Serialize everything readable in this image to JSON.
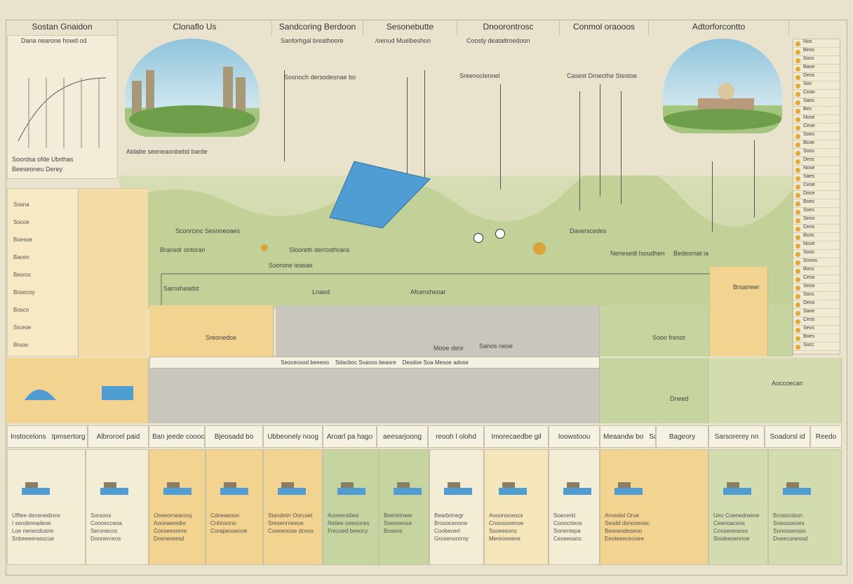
{
  "headers": [
    "Sostan Gnaidon",
    "Clonaflo Us",
    "Sandcoring Berdoon",
    "Sesonebutte",
    "Dnoorontrosc",
    "Conmol oraooos",
    "Adtorforcontto"
  ],
  "subheaders": [
    "Dana nearone howd od",
    "Sanforhgal breathoore",
    "/oenud Muelbeshon",
    "Coosty deataltroedoon"
  ],
  "left_panel": {
    "lines": [
      "Soordsa ofde Ubrthas",
      "Beeseoneu Derey"
    ]
  },
  "dome_captions": [
    "Aldabe seeneaonbebd barde",
    "Sosnoch dersodesnae bo"
  ],
  "mid_labels": [
    "Sconrcinc Sesnneoaes",
    "Slooreth derrosthrans",
    "Casest Drnecthe Stestoe",
    "Sarnsheadst",
    "Soorone ieasas",
    "Bransdr ontoran",
    "Sreenoclennel",
    "Daverscedes",
    "Lnaed",
    "Afcensheoar",
    "Brsarreer",
    "Nenesedl Isoudhen",
    "Bedesmat ia"
  ],
  "left_list": [
    "Sosna",
    "Socoe",
    "Boesoe",
    "Bacen",
    "Beoroc",
    "Bosecoy",
    "Bosco",
    "Srceoe",
    "Brsoe"
  ],
  "block_captions": [
    "Sreonedoe",
    "Mooe denr",
    "Sanos neoe",
    "Sooo frenot",
    "Dneed",
    "Aoccoecan"
  ],
  "banner": [
    "Seoceosod beeeoo",
    "Sdacboc Svaoos beasre",
    "Desdoe Soa Mesoe adose"
  ],
  "labels": [
    "Instocelons",
    "Ipmsertorg",
    "Albroroel paid",
    "Ban jeede coooo",
    "Bjeosadd bo",
    "Ubbeonely noog",
    "Aroarl pa hago",
    "aeesarjoong",
    "reooh l olohd",
    "Imorecaedbe gil",
    "Ioowstoou",
    "Meaandw bo",
    "Sato",
    "Bageory",
    "Sarsorerey nn",
    "Soadorsl id",
    "Reedo"
  ],
  "bottom_texts": [
    [
      "Ufftee decenedioce",
      "I seodereadeoe",
      "Loe nenecdusne",
      "Snbeeeerasscue"
    ],
    [
      "Sorsoos",
      "Conoecceoa",
      "Seronecos",
      "Donnerceos"
    ],
    [
      "Oseeornearooy",
      "Aoonaeredre",
      "Conseesome",
      "Dosnereesd"
    ],
    [
      "Cdneaeoon",
      "Cnhnsono",
      "Corapeoseooe"
    ],
    [
      "Standetrr Oorcoel",
      "Sreoenrneeoe",
      "Coeeeoooe dceos"
    ],
    [
      "Aooeersibes",
      "Nstiee oeeooces",
      "Frecoed beeocy"
    ],
    [
      "Beenirineer",
      "Soeeoesse",
      "Boseos"
    ],
    [
      "Bearbrinegr",
      "Brosocenone",
      "Coobeoerl",
      "Grosenoorroy"
    ],
    [
      "Aooonoceocs",
      "Cnoossoenoe",
      "Ssoeesons",
      "Mereooeene"
    ],
    [
      "Soecerkl",
      "Cooncrteos",
      "Sonentepa",
      "Ceseeoanc"
    ],
    [
      "Arnestel Orue",
      "Sesdd dsnooeoec",
      "Beooesdeseoo",
      "Eeoteeeceooee"
    ],
    [
      "Ueo Coenedreene",
      "Ceenoaceos",
      "Cooseoeseso",
      "Siodeeoennoe"
    ],
    [
      "Bcostoobon",
      "Sneosoeoes",
      "Sonoosersso",
      "Doeeconesod"
    ]
  ],
  "strip_items": [
    "Nos",
    "Beos",
    "Socs",
    "Baoe",
    "Deos",
    "Sos",
    "Ceao",
    "Saos",
    "Bes",
    "Nose",
    "Ceoe",
    "Soes",
    "Bcoe",
    "Soos",
    "Deoc",
    "Nose",
    "Saes",
    "Ceoe",
    "Doce",
    "Bseo",
    "Soes",
    "Seoo",
    "Ceos",
    "Bcos",
    "Nooe",
    "Soso",
    "Sneos",
    "Bocs",
    "Ceso",
    "Seoo",
    "Socs",
    "Deos",
    "Saoe",
    "Ceos",
    "Seos",
    "Boes",
    "Socc"
  ],
  "colors": {
    "orange": "#f3d390",
    "gray": "#c9c6bd",
    "green": "#c6d5a0",
    "background": "#e9e3cd",
    "blue": "#4f9dd3"
  }
}
